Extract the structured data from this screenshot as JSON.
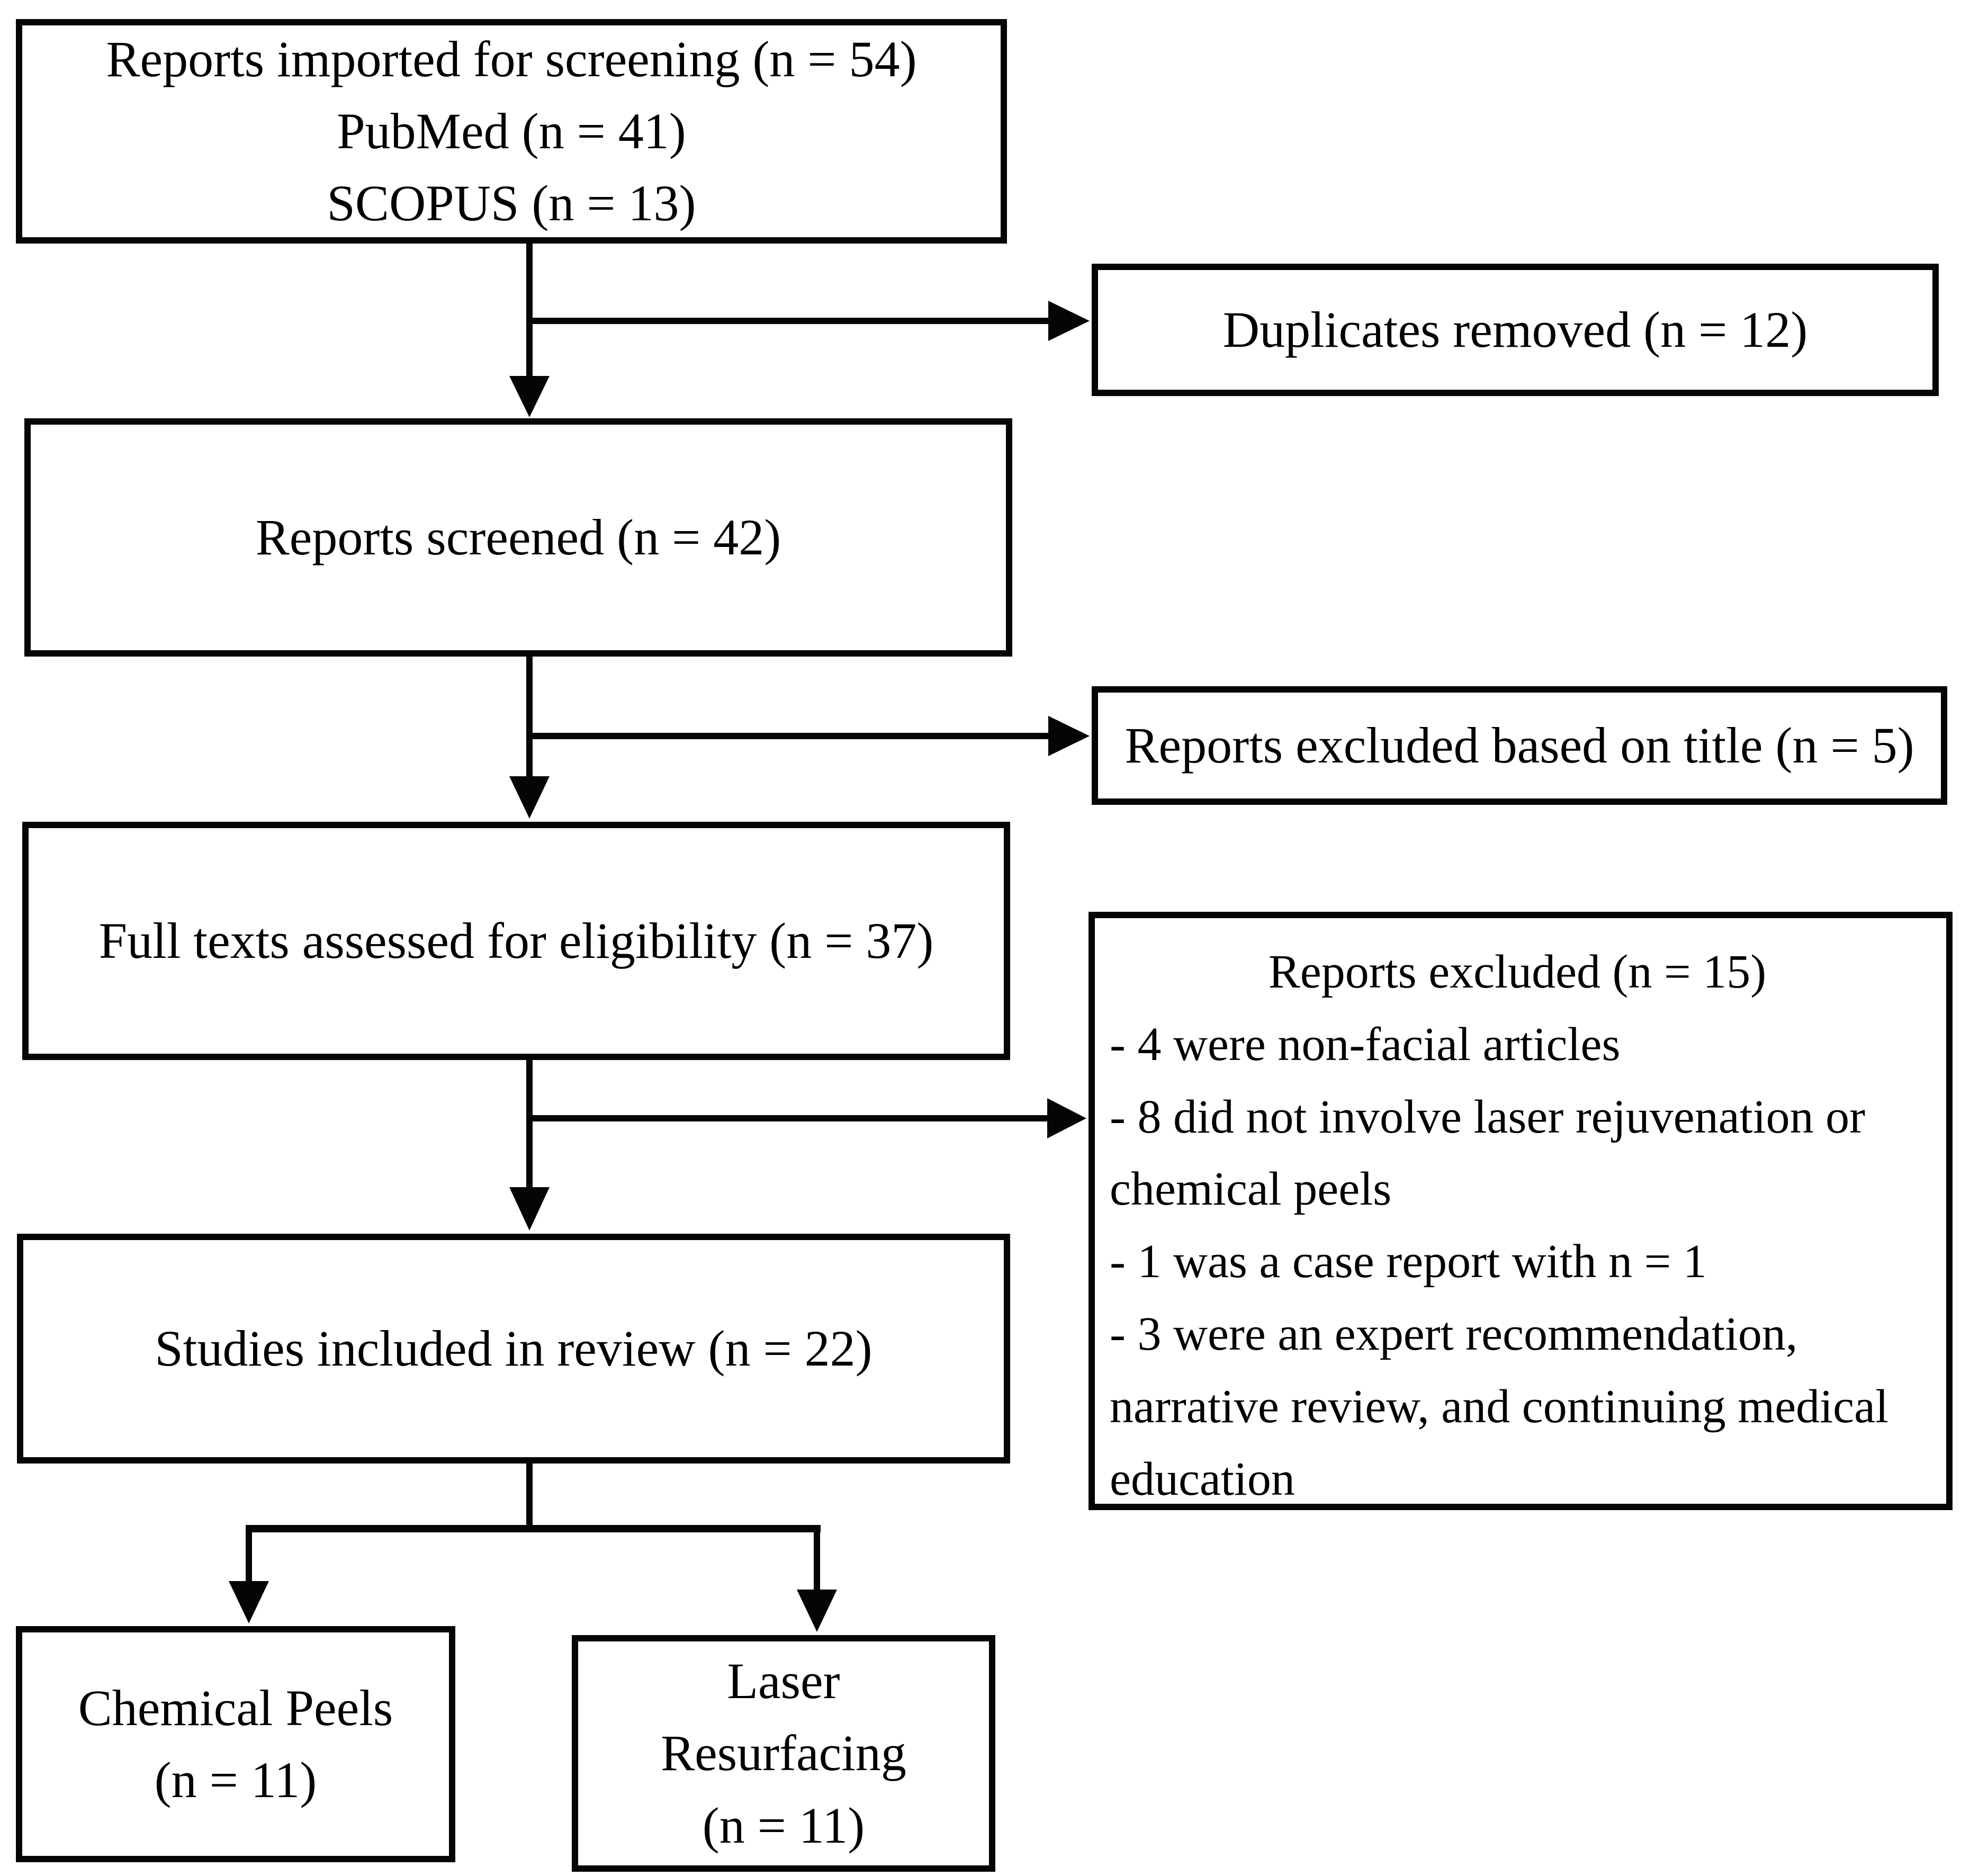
{
  "figure": {
    "background": "#ffffff",
    "ink": "#000000",
    "boxes": {
      "imported": {
        "lines": [
          "Reports imported for screening (n = 54)",
          "PubMed (n = 41)",
          "SCOPUS (n = 13)"
        ]
      },
      "duplicates": {
        "label": "Duplicates removed (n = 12)"
      },
      "screened": {
        "label": "Reports screened (n = 42)"
      },
      "excluded_title": {
        "label": "Reports excluded based on title (n = 5)"
      },
      "fulltext": {
        "label": "Full texts assessed for eligibility (n = 37)"
      },
      "excluded_full": {
        "title": "Reports excluded (n = 15)",
        "items": [
          "- 4 were non-facial articles",
          "- 8 did not involve laser rejuvenation or chemical peels",
          "- 1 was a case report with n = 1",
          "- 3 were an expert recommendation, narrative review, and continuing medical education"
        ]
      },
      "included": {
        "label": "Studies included in review (n = 22)"
      },
      "chemical": {
        "lines": [
          "Chemical Peels",
          "(n = 11)"
        ]
      },
      "laser": {
        "lines": [
          "Laser",
          "Resurfacing",
          "(n = 11)"
        ]
      }
    }
  }
}
